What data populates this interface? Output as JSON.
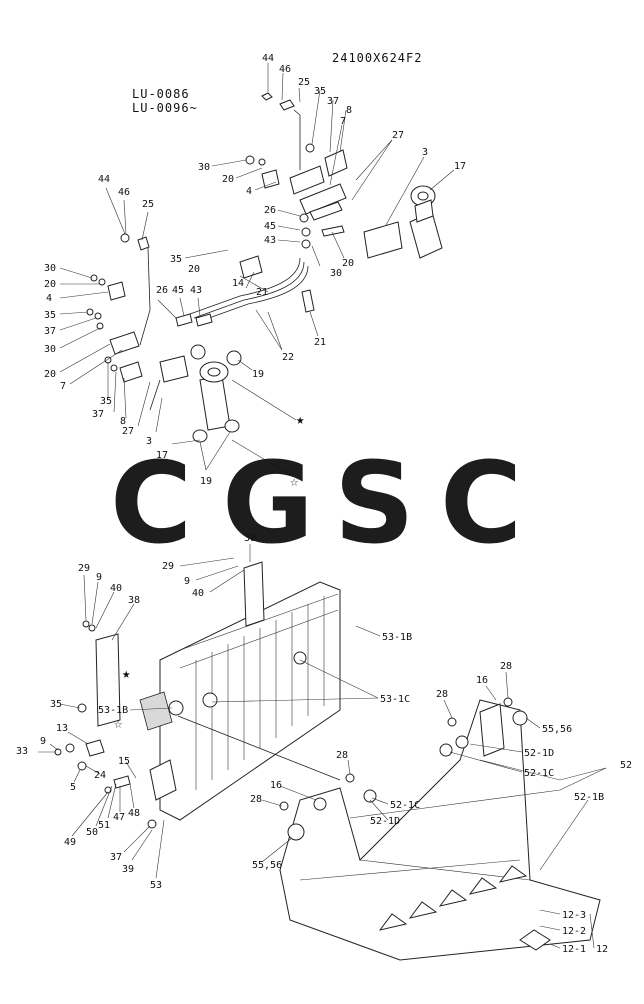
{
  "header": {
    "code": "24100X624F2",
    "serial_a": "LU-0086",
    "serial_b": "LU-0096~"
  },
  "watermark": {
    "letters": [
      "C",
      "G",
      "S",
      "C"
    ],
    "colors": [
      "#7baaf7",
      "#f28b82",
      "#fde293",
      "#81c995"
    ]
  },
  "labels": {
    "l44a": "44",
    "l46a": "46",
    "l25a": "25",
    "l35a": "35",
    "l37a": "37",
    "l8a": "8",
    "l7a": "7",
    "l27a": "27",
    "l3a": "3",
    "l17a": "17",
    "l30a": "30",
    "l20a": "20",
    "l4a": "4",
    "l26a": "26",
    "l45a": "45",
    "l43a": "43",
    "l20b": "20",
    "l30b": "30",
    "l44b": "44",
    "l46b": "46",
    "l25b": "25",
    "l35b": "35",
    "l20c": "20",
    "l14": "14",
    "l21a": "21",
    "l21b": "21",
    "l22": "22",
    "l30c": "30",
    "l20d": "20",
    "l4b": "4",
    "l26b": "26",
    "l45b": "45",
    "l43b": "43",
    "l35c": "35",
    "l37b": "37",
    "l30d": "30",
    "l20e": "20",
    "l7b": "7",
    "l35d": "35",
    "l37c": "37",
    "l8b": "8",
    "l27b": "27",
    "l19a": "19",
    "l3b": "3",
    "l17b": "17",
    "l19b": "19",
    "l38a": "38",
    "l29a": "29",
    "l9a": "9",
    "l40a": "40",
    "l29b": "29",
    "l9b": "9",
    "l40b": "40",
    "l38b": "38",
    "l53_1b_a": "53-1B",
    "l53_1c": "53-1C",
    "l35e": "35",
    "l53_1b_b": "53-1B",
    "l13": "13",
    "l9c": "9",
    "l33": "33",
    "l24": "24",
    "l5": "5",
    "l15": "15",
    "l49": "49",
    "l50": "50",
    "l51": "51",
    "l47": "47",
    "l48": "48",
    "l37d": "37",
    "l39": "39",
    "l53": "53",
    "l28a": "28",
    "l16a": "16",
    "l28b": "28",
    "l55_56a": "55,56",
    "l52_1d_a": "52-1D",
    "l52_1c_a": "52-1C",
    "l52": "52",
    "l52_1b": "52-1B",
    "l28c": "28",
    "l16b": "16",
    "l28d": "28",
    "l52_1c_b": "52-1C",
    "l52_1d_b": "52-1D",
    "l55_56b": "55,56",
    "l12_3": "12-3",
    "l12_2": "12-2",
    "l12_1": "12-1",
    "l12": "12"
  },
  "markers": {
    "filled_star": "★",
    "hollow_star": "☆"
  }
}
